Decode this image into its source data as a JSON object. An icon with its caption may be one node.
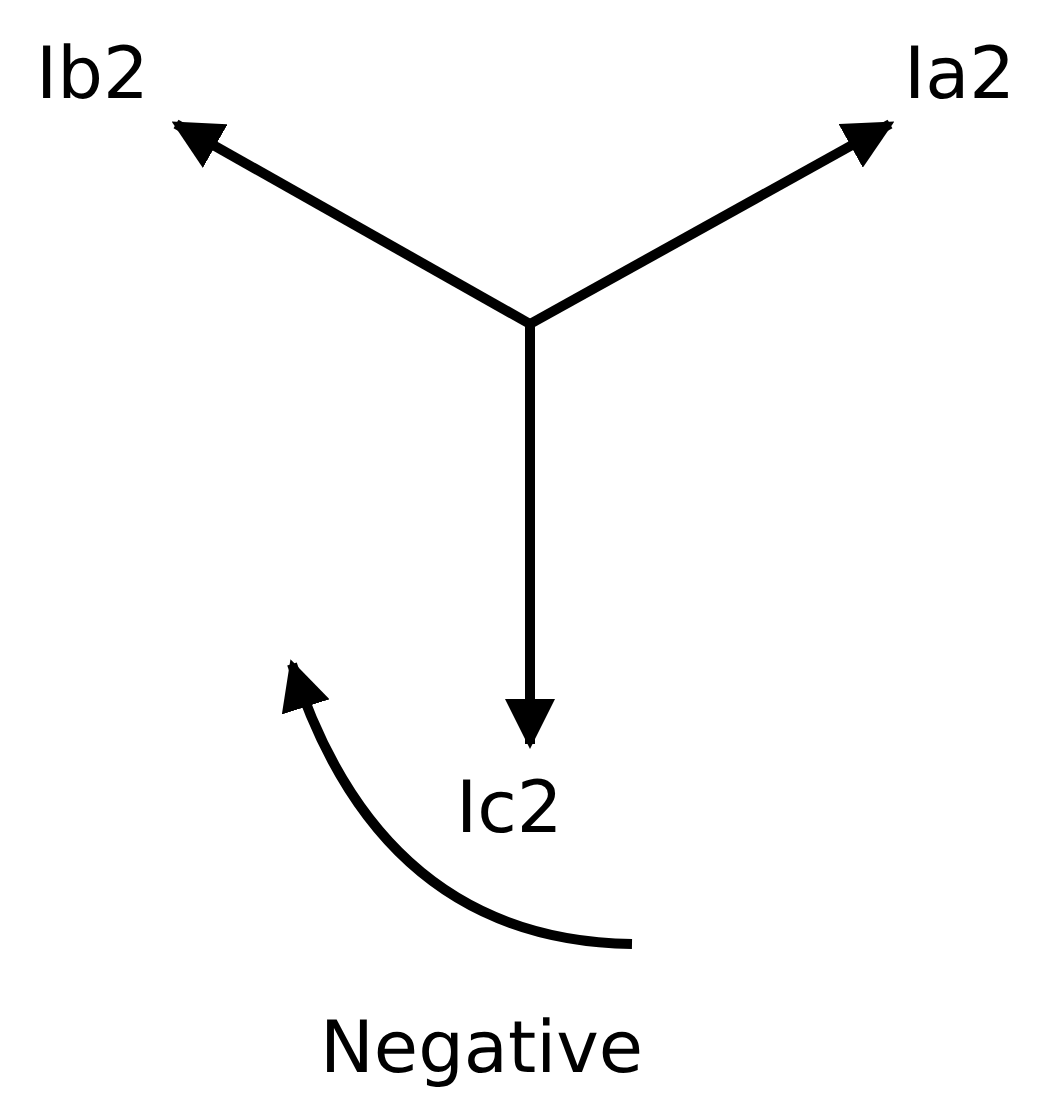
{
  "diagram": {
    "labels": [
      "Ib2",
      "Ia2",
      "Ic2",
      "Negative"
    ]
  }
}
